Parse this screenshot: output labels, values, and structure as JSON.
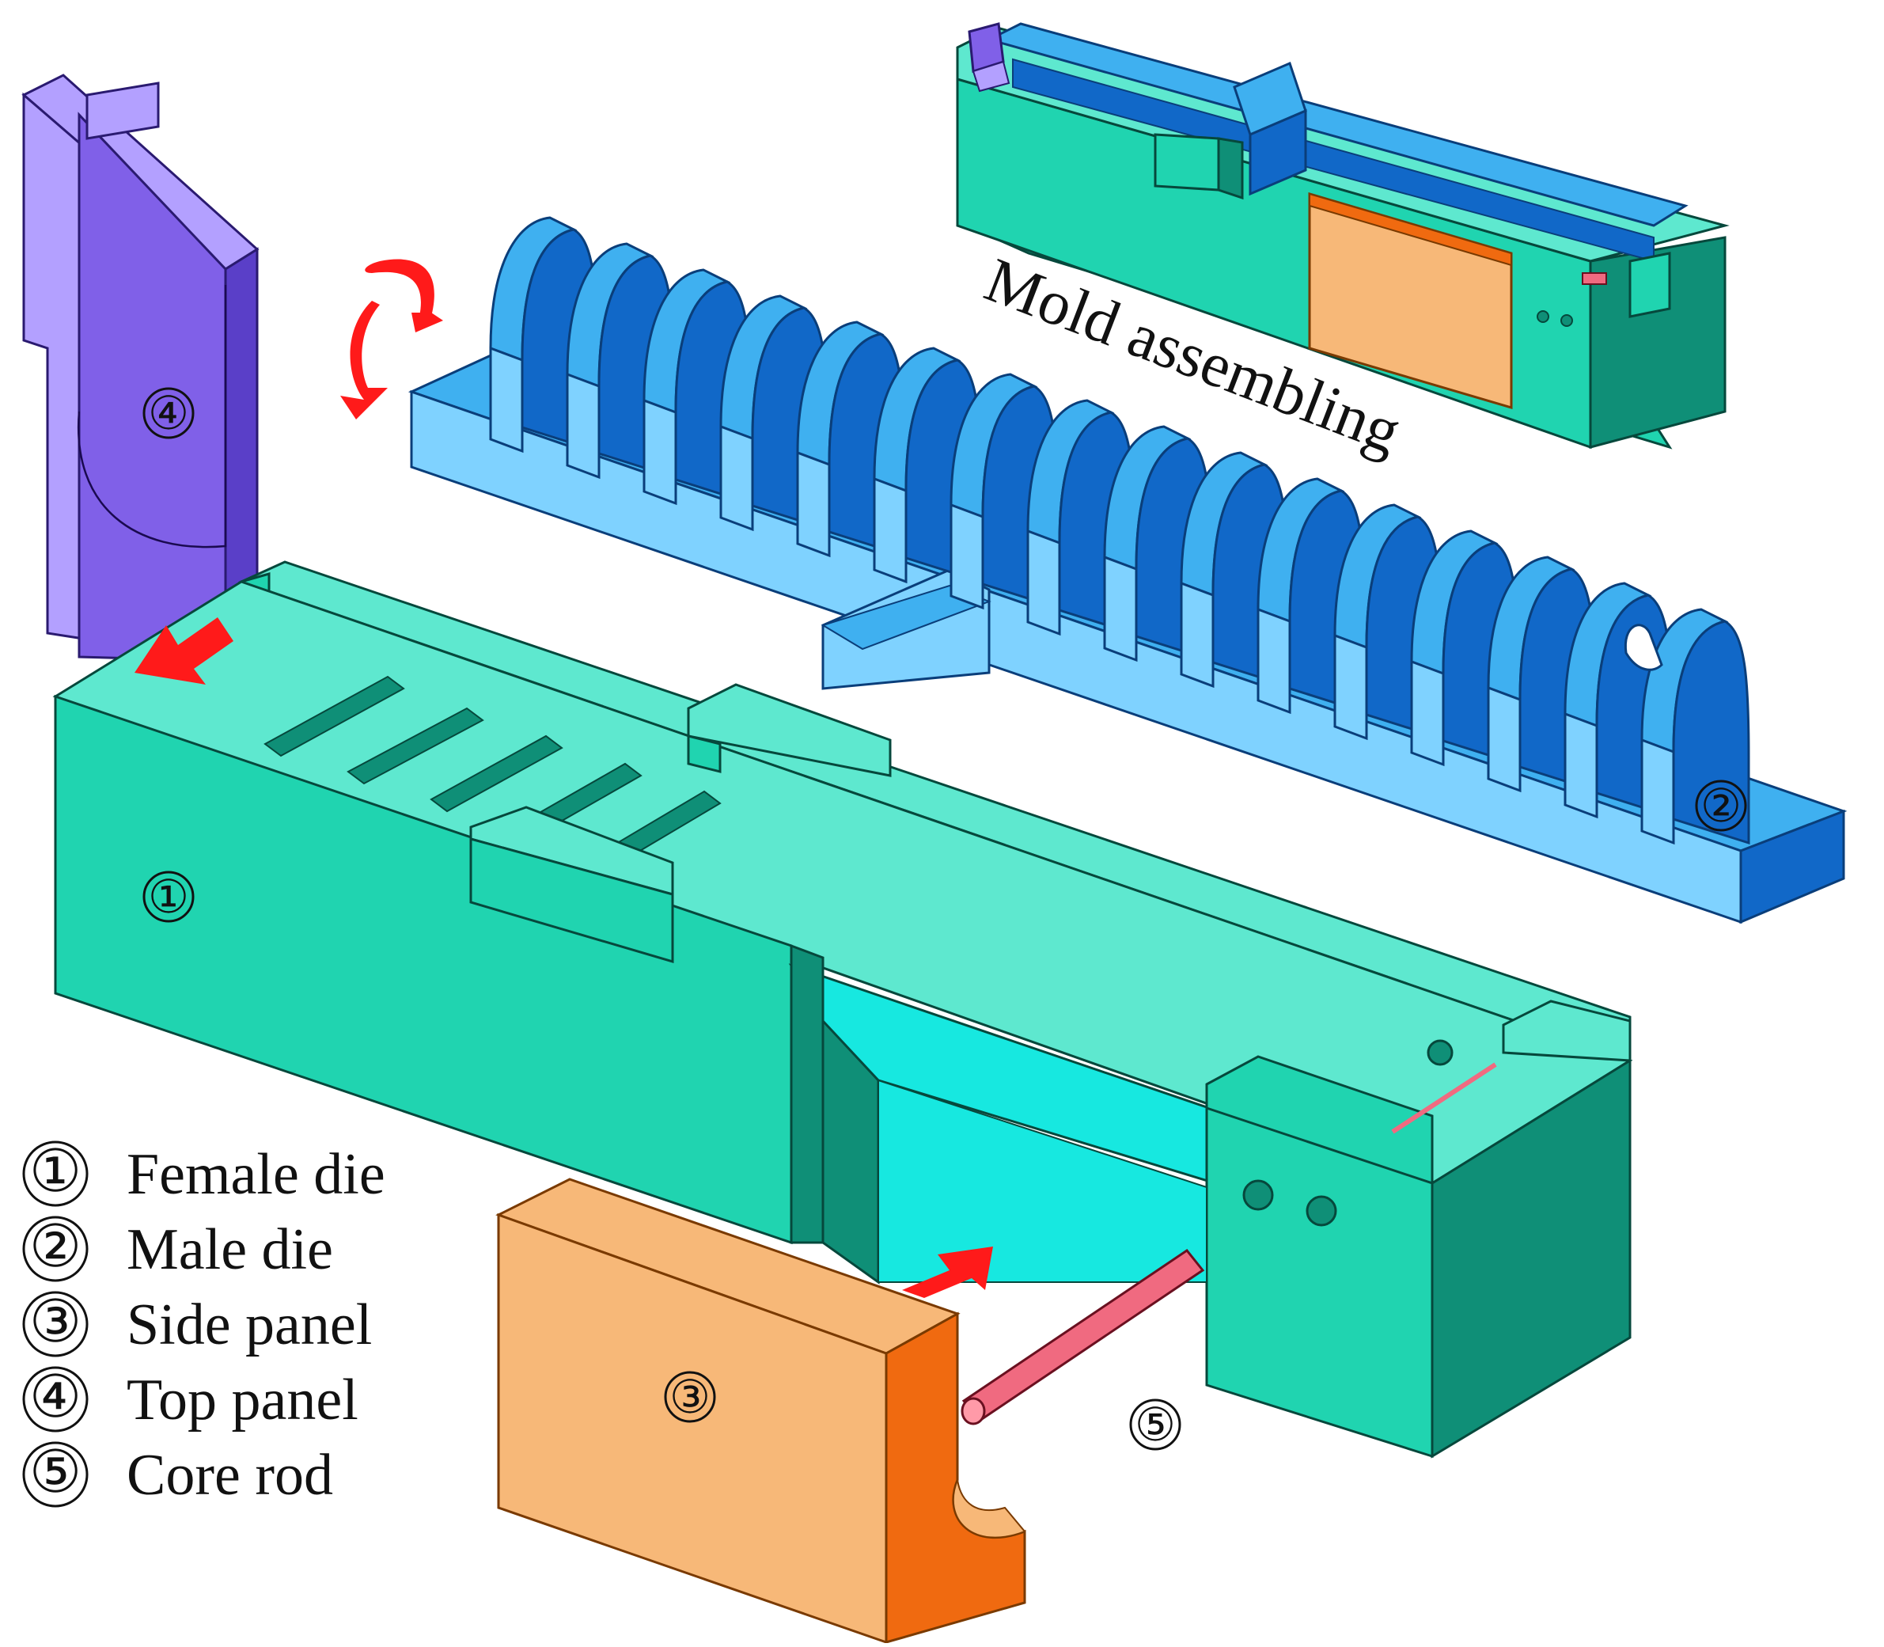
{
  "title": "Mold assembling",
  "colors": {
    "female": "#20d4b0",
    "female_dark": "#0f8f77",
    "female_light": "#5ee8cf",
    "channel": "#17e8e0",
    "male": "#3fb0f0",
    "male_dark": "#1168c8",
    "male_light": "#7fd2ff",
    "side": "#f7b878",
    "side_dark": "#f06a10",
    "top": "#8060e8",
    "top_light": "#b3a0ff",
    "rod": "#f06a80",
    "arrow": "#ff1a1a"
  },
  "parts": [
    {
      "num": "①",
      "name": "Female die"
    },
    {
      "num": "②",
      "name": "Male die"
    },
    {
      "num": "③",
      "name": "Side panel"
    },
    {
      "num": "④",
      "name": "Top panel"
    },
    {
      "num": "⑤",
      "name": "Core rod"
    }
  ]
}
